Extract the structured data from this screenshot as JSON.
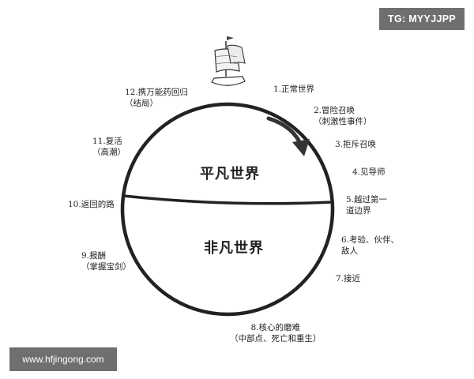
{
  "diagram": {
    "upper_world": "平凡世界",
    "lower_world": "非凡世界",
    "stages": [
      "1.正常世界",
      "2.冒险召唤\n（刺激性事件）",
      "3.拒斥召唤",
      "4.见导师",
      "5.越过第一\n道边界",
      "6.考验、伙伴、\n敌人",
      "7.接近",
      "8.核心的磨难\n（中部点、死亡和重生）",
      "9.报酬\n（掌握宝剑）",
      "10.返回的路",
      "11.复活\n（高潮）",
      "12.携万能药回归\n（结局）"
    ],
    "colors": {
      "circle_stroke": "#222222",
      "arrow": "#333333"
    },
    "icons": {
      "ship": "sailing-ship-icon",
      "arrow": "clockwise-arrow-icon"
    }
  },
  "watermarks": {
    "top_right": "TG: MYYJJPP",
    "bottom_left": "www.hfjingong.com"
  }
}
